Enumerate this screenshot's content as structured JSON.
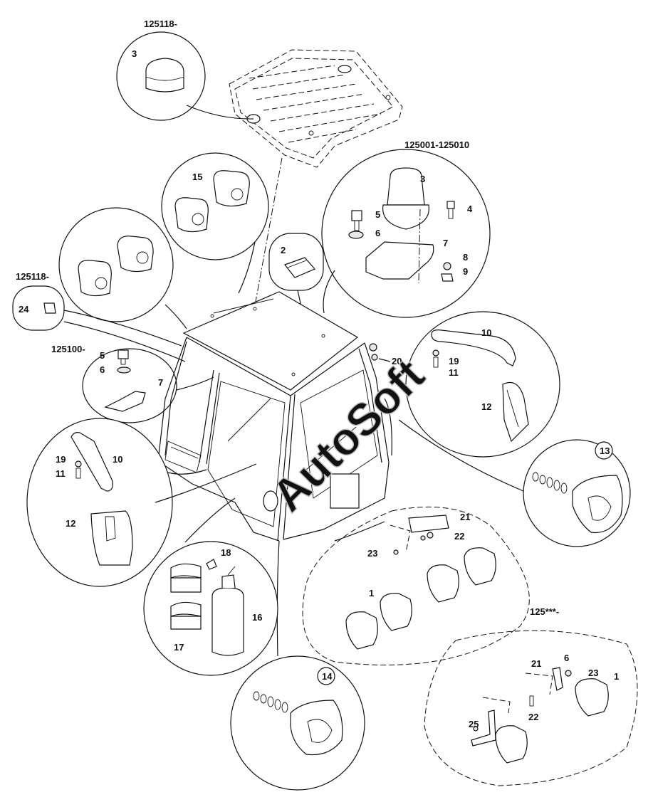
{
  "serials": {
    "roof_top": "125118-",
    "beacon": "125001-125010",
    "plug_left": "125118-",
    "bracket_left": "125100-",
    "lights_bottom_right": "125***-"
  },
  "callouts": {
    "roof_cap": "3",
    "beacon_lamp": "3",
    "beacon_screw": "4",
    "beacon_bolt": "5",
    "beacon_washer": "6",
    "beacon_bracket": "7",
    "beacon_washer2": "8",
    "beacon_nut": "9",
    "speakers": "15",
    "part2": "2",
    "plug": "24",
    "lb_bolt": "5",
    "lb_washer": "6",
    "lb_bracket": "7",
    "rh_handle": "10",
    "rh_washer": "19",
    "rh_screw": "11",
    "rh_mirror": "12",
    "part20": "20",
    "lh_washer": "19",
    "lh_screw": "11",
    "lh_handle": "10",
    "lh_mirror": "12",
    "lamp13": "13",
    "lamp14": "14",
    "wl_bracket": "21",
    "wl_bolt": "22",
    "wl_nut": "23",
    "wl_lamp": "1",
    "fe_pin": "18",
    "fe_bottle": "16",
    "fe_strap": "17",
    "br_bracket": "21",
    "br_washer": "6",
    "br_nut": "23",
    "br_lamp": "1",
    "br_bracket2": "25",
    "br_bolt": "22"
  },
  "watermark": "AutoSoft"
}
